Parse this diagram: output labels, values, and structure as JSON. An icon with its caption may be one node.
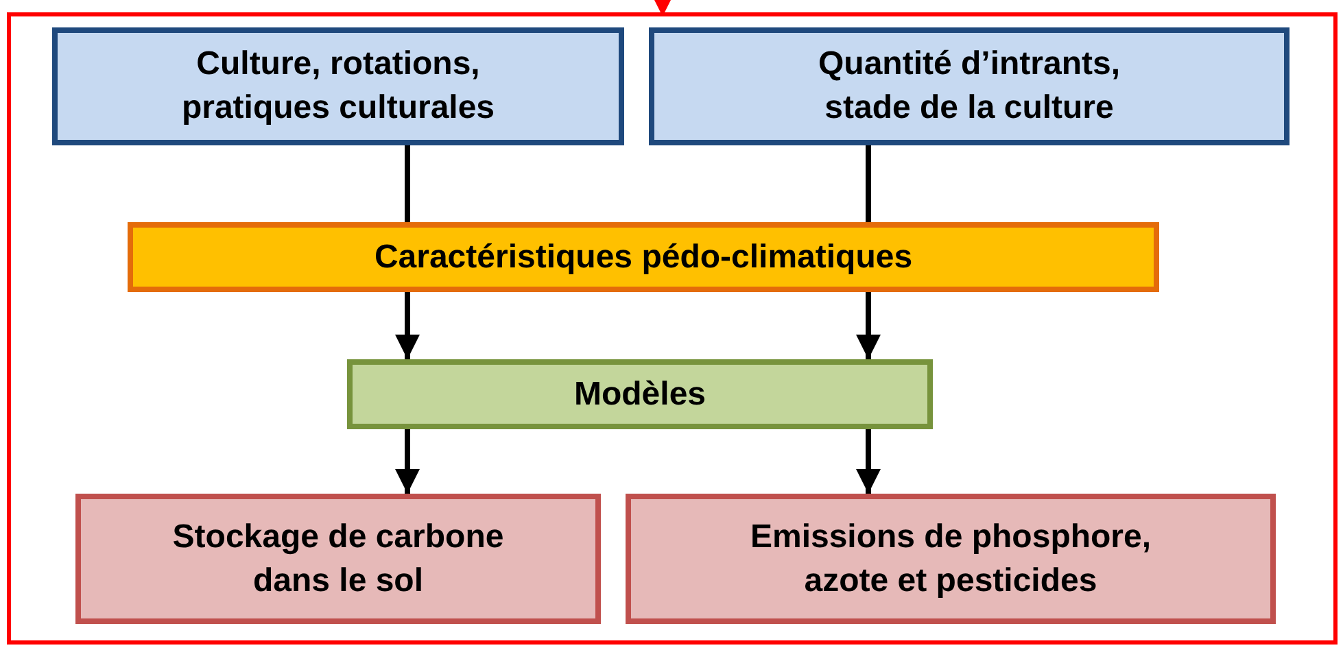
{
  "diagram": {
    "nodes": [
      {
        "text": [],
        "shape": "box"
      },
      {
        "text": [
          "Culture, rotations, pratiques culturales"
        ],
        "in": 0
      },
      {
        "text": [
          "Quantité d’intrants, stade de la culture"
        ],
        "in": 0
      },
      {
        "text": [
          "Caractéristiques pédo-climatiques"
        ],
        "in": 0
      },
      {
        "text": [
          "Modèles"
        ],
        "in": 0
      },
      {
        "text": [
          "Stockage de carbone dans le sol"
        ],
        "in": 0
      },
      {
        "text": [
          "Emissions de phosphore, azote et pesticides"
        ],
        "in": 0
      }
    ],
    "edges": [
      {
        "from": null,
        "to": 0,
        "arrow": "to",
        "color": "#ff0000"
      },
      {
        "from": 1,
        "to": 3,
        "arrow": "none"
      },
      {
        "from": 3,
        "to": 4,
        "arrow": "to"
      },
      {
        "from": 2,
        "to": 3,
        "arrow": "none"
      },
      {
        "from": 3,
        "to": 4,
        "arrow": "to"
      },
      {
        "from": 4,
        "to": 5,
        "arrow": "to"
      },
      {
        "from": 4,
        "to": 6,
        "arrow": "to"
      }
    ]
  }
}
